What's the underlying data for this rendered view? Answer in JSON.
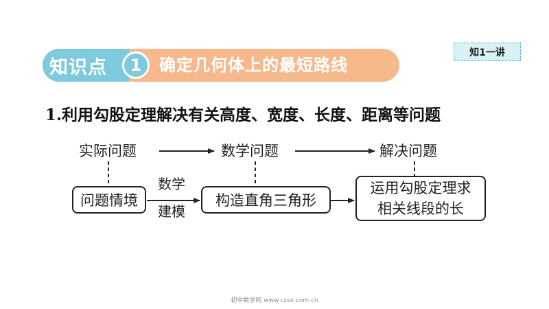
{
  "banner": {
    "tag": "知识点",
    "number": "1",
    "title": "确定几何体上的最短路线"
  },
  "lecture_tag": "知1一讲",
  "heading": "1.利用勾股定理解决有关高度、宽度、长度、距离等问题",
  "flow": {
    "top_row": [
      "实际问题",
      "数学问题",
      "解决问题"
    ],
    "bottom_boxes": {
      "box1": "问题情境",
      "box2": "构造直角三角形",
      "box3_line1": "运用勾股定理求",
      "box3_line2": "相关线段的长"
    },
    "arrow_label_line1": "数学",
    "arrow_label_line2": "建模"
  },
  "footer": "初中数学网 www.czsx.com.cn",
  "colors": {
    "banner_orange": "#f7b98b",
    "banner_blue": "#7ec9de",
    "lecture_bg": "#d7f1f6"
  }
}
